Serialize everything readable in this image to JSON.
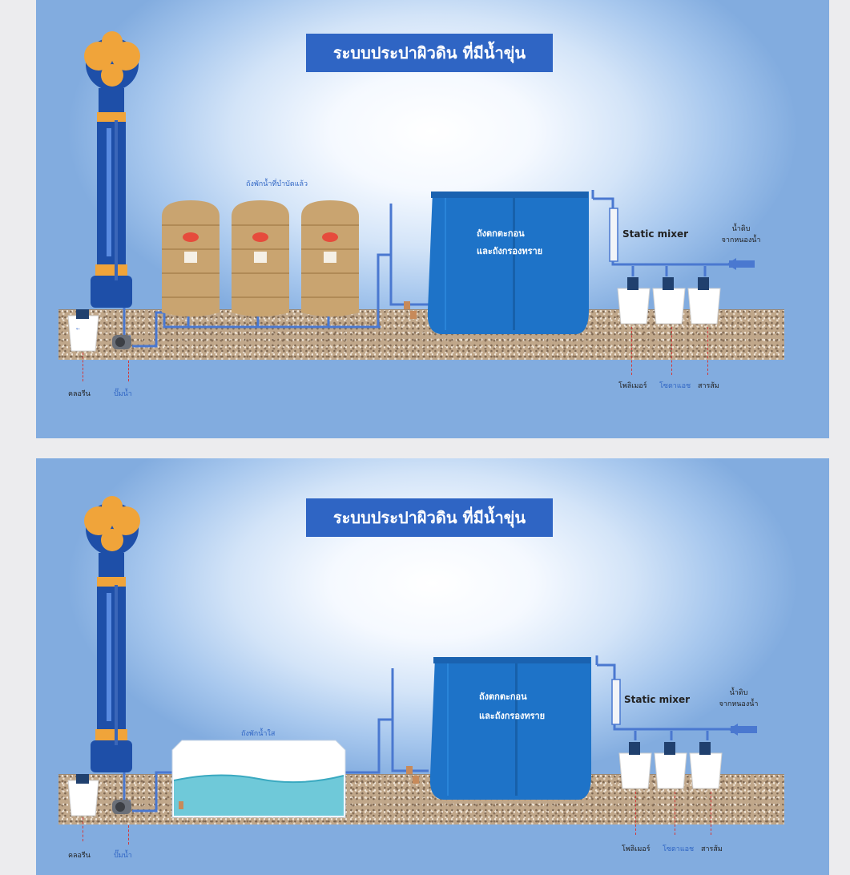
{
  "slides": [
    {
      "title": "ระบบประปาผิวดิน ที่มีน้ำขุ่น",
      "storage_label": "ถังพักน้ำที่บำบัดแล้ว",
      "sediment_tank_line1": "ถังตกตะกอน",
      "sediment_tank_line2": "และถังกรองทราย",
      "static_mixer": "Static mixer",
      "raw_water_line1": "น้ำดิบ",
      "raw_water_line2": "จากหนองน้ำ",
      "chlorine": "คลอรีน",
      "pump": "ปั๊มน้ำ",
      "polymer": "โพลิเมอร์",
      "soda_ash": "โซดาแอช",
      "alum": "สารส้ม"
    },
    {
      "title": "ระบบประปาผิวดิน ที่มีน้ำขุ่น",
      "storage_label": "ถังพักน้ำใส",
      "sediment_tank_line1": "ถังตกตะกอน",
      "sediment_tank_line2": "และถังกรองทราย",
      "static_mixer": "Static mixer",
      "raw_water_line1": "น้ำดิบ",
      "raw_water_line2": "จากหนองน้ำ",
      "chlorine": "คลอรีน",
      "pump": "ปั๊มน้ำ",
      "polymer": "โพลิเมอร์",
      "soda_ash": "โซดาแอช",
      "alum": "สารส้ม"
    }
  ],
  "colors": {
    "title_bg": "#2f65c4",
    "pipe": "#4a78d0",
    "tank_blue": "#1e73c8",
    "storage_tan": "#c9a470",
    "tower_orange": "#f0a43a"
  }
}
